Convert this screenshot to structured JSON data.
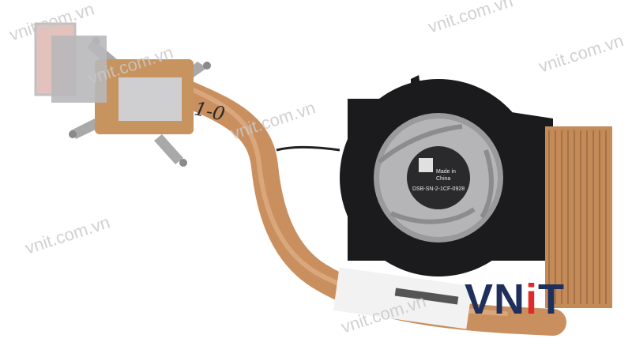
{
  "watermarks": [
    "vnit.com.vn",
    "vnit.com.vn",
    "vnit.com.vn",
    "vnit.com.vn",
    "vnit.com.vn",
    "vnit.com.vn",
    "vnit.com.vn"
  ],
  "handwriting": "1-0",
  "fan_label": {
    "line1": "Made in",
    "line2": "China",
    "code": "DSB-SN-2-1CF-0928"
  },
  "logo": {
    "part1": "VN",
    "part2": "i",
    "part3": "T"
  },
  "colors": {
    "copper": "#c98f5f",
    "fan_body": "#1b1b1d",
    "brand_blue": "#1f2f5c",
    "brand_red": "#e02a2a"
  }
}
